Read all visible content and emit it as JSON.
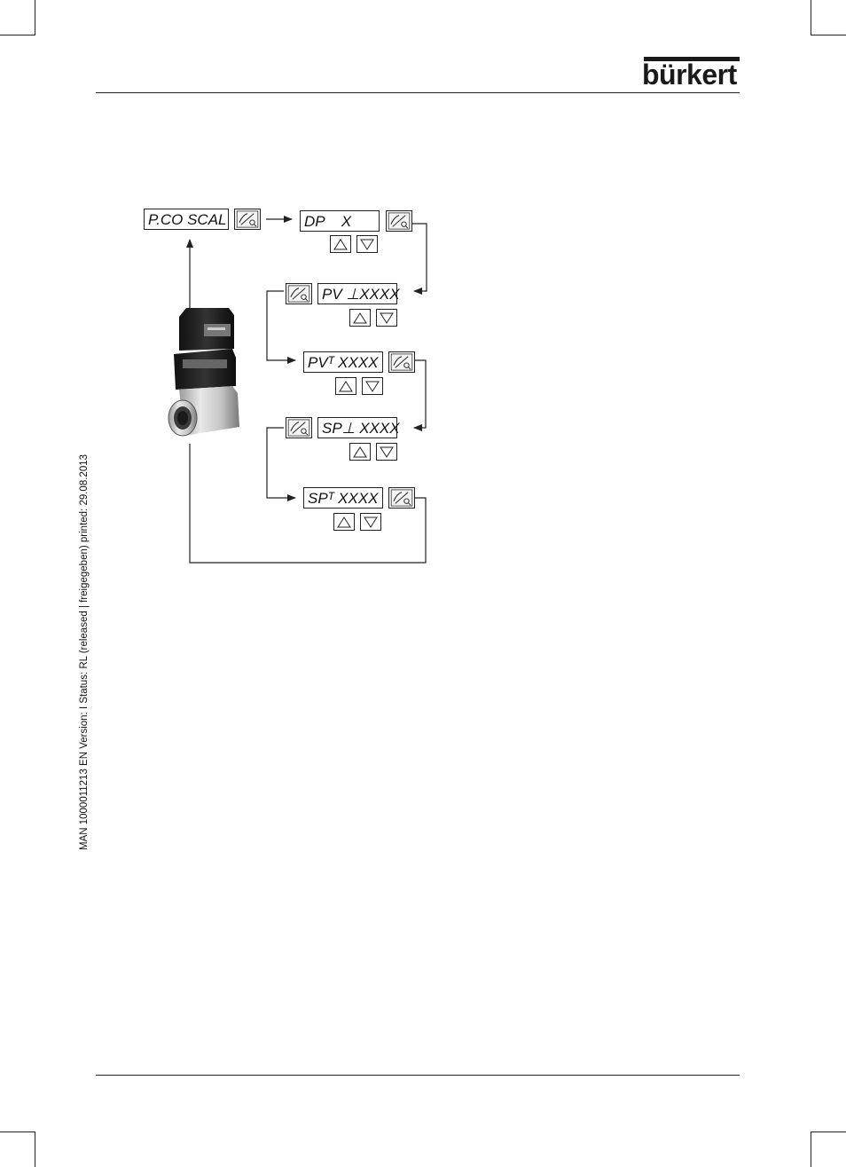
{
  "brand": {
    "logo_text": "bürkert"
  },
  "side_note": "MAN  1000011213  EN  Version: I  Status: RL (released | freigegeben)  printed: 29.08.2013",
  "menu": {
    "start": "P.CO SCAL",
    "dp": "DP    X",
    "pv_low": "PV ⊥XXXX",
    "pv_high": "PVᵀ XXXX",
    "sp_low": "SP⊥ XXXX",
    "sp_high": "SPᵀ XXXX"
  },
  "icons": {
    "enter_key": "enter-key-icon",
    "up": "triangle-up-icon",
    "down": "triangle-down-icon",
    "device": "flow-transmitter-image"
  },
  "colors": {
    "line": "#222222",
    "key_fill": "#f4f4f4"
  }
}
